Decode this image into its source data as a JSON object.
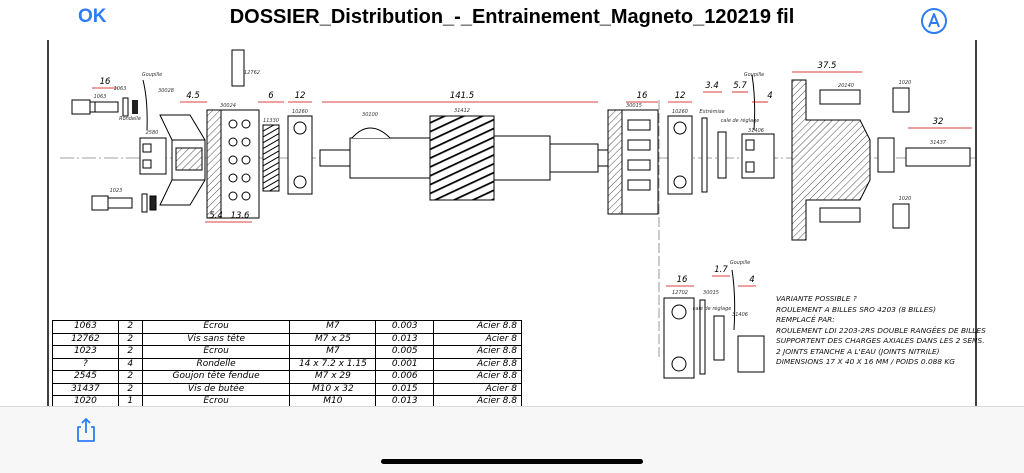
{
  "nav": {
    "ok_label": "OK",
    "title": "DOSSIER_Distribution_-_Entrainement_Magneto_120219 fil",
    "markup_icon": "markup-pen-icon",
    "accent_color": "#2f7cf6"
  },
  "drawing": {
    "dimensions": [
      "16",
      "4.5",
      "6",
      "12",
      "141.5",
      "16",
      "12",
      "3.4",
      "5.7",
      "4",
      "37.5",
      "32",
      "5.4",
      "13.6",
      "16",
      "1.7",
      "4"
    ],
    "part_refs": [
      "1063",
      "30028",
      "2580",
      "1023",
      "30024",
      "12762",
      "11330",
      "10260",
      "30100",
      "31412",
      "30015",
      "10260",
      "31406",
      "31437",
      "20140",
      "1020",
      "1020",
      "12702",
      "30015",
      "31406",
      "1063"
    ],
    "labels": [
      "Goupille",
      "Goupille",
      "Goupille",
      "Extrémise",
      "cale de réglage",
      "cale de réglage",
      "Rondelle"
    ]
  },
  "parts_table": {
    "rows": [
      [
        "1063",
        "2",
        "Ecrou",
        "M7",
        "0.003",
        "Acier 8.8"
      ],
      [
        "12762",
        "2",
        "Vis sans tête",
        "M7 x 25",
        "0.013",
        "Acier 8"
      ],
      [
        "1023",
        "2",
        "Ecrou",
        "M7",
        "0.005",
        "Acier 8.8"
      ],
      [
        "?",
        "4",
        "Rondelle",
        "14 x 7.2 x 1.15",
        "0.001",
        "Acier 8.8"
      ],
      [
        "2545",
        "2",
        "Goujon tête fendue",
        "M7 x 29",
        "0.006",
        "Acier 8.8"
      ],
      [
        "31437",
        "2",
        "Vis de butée",
        "M10 x 32",
        "0.015",
        "Acier 8"
      ],
      [
        "1020",
        "1",
        "Ecrou",
        "M10",
        "0.013",
        "Acier 8.8"
      ]
    ]
  },
  "notes": {
    "line1": "VARIANTE POSSIBLE ?",
    "line2": "ROULEMENT A BILLES SRO 4203 (8 BILLES)",
    "line3": "REMPLACÉ PAR:",
    "line4": "ROULEMENT LDI 2203-2RS DOUBLE RANGÉES DE BILLES SUPPORTENT DES CHARGES AXIALES DANS LES 2 SENS. 2 JOINTS ETANCHE A L'EAU (JOINTS NITRILE)",
    "line5": "DIMENSIONS 17 X 40 X 16 MM / POIDS 0.088 KG"
  },
  "toolbar": {
    "share_icon": "share-icon"
  }
}
